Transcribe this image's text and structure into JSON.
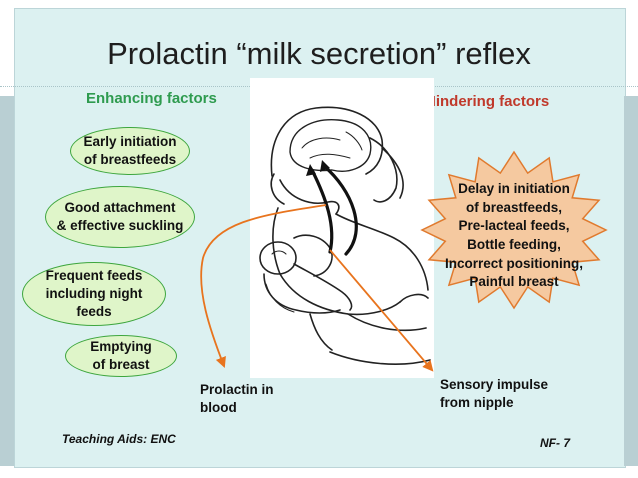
{
  "title": "Prolactin “milk secretion” reflex",
  "enhancing": {
    "heading": "Enhancing factors",
    "color": "#2e9b4f",
    "items": [
      "Early initiation\nof breastfeeds",
      "Good attachment\n& effective suckling",
      "Frequent feeds\nincluding night\nfeeds",
      "Emptying\nof breast"
    ]
  },
  "hindering": {
    "heading": "Hindering factors",
    "color": "#c0392b",
    "text": "Delay in initiation\nof breastfeeds,\nPre-lacteal feeds,\nBottle feeding,\nIncorrect positioning,\nPainful breast"
  },
  "labels": {
    "prolactin": "Prolactin in\nblood",
    "sensory": "Sensory impulse\nfrom nipple"
  },
  "footer": {
    "left": "Teaching Aids: ENC",
    "right": "NF-  7"
  },
  "illustration": {
    "icon": "mother-breastfeeding-baby-icon",
    "arrow_color": "#e8741e"
  }
}
